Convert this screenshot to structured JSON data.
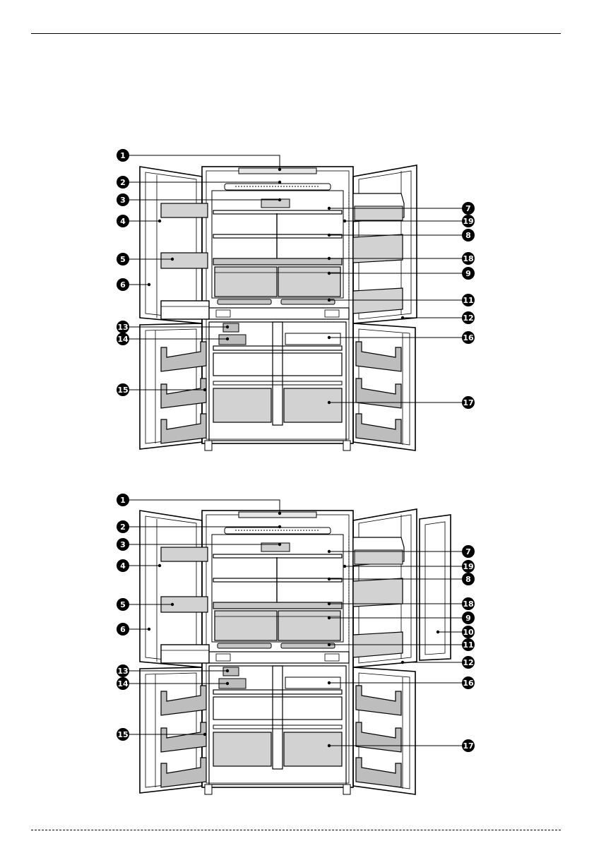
{
  "diagrams": [
    {
      "id": "top",
      "callouts": [
        {
          "n": "1"
        },
        {
          "n": "2"
        },
        {
          "n": "3"
        },
        {
          "n": "4"
        },
        {
          "n": "5"
        },
        {
          "n": "6"
        },
        {
          "n": "7"
        },
        {
          "n": "19"
        },
        {
          "n": "8"
        },
        {
          "n": "18"
        },
        {
          "n": "9"
        },
        {
          "n": "11"
        },
        {
          "n": "12"
        },
        {
          "n": "13"
        },
        {
          "n": "14"
        },
        {
          "n": "16"
        },
        {
          "n": "15"
        },
        {
          "n": "17"
        }
      ]
    },
    {
      "id": "bottom",
      "callouts": [
        {
          "n": "1"
        },
        {
          "n": "2"
        },
        {
          "n": "3"
        },
        {
          "n": "4"
        },
        {
          "n": "5"
        },
        {
          "n": "6"
        },
        {
          "n": "7"
        },
        {
          "n": "19"
        },
        {
          "n": "8"
        },
        {
          "n": "18"
        },
        {
          "n": "9"
        },
        {
          "n": "10"
        },
        {
          "n": "11"
        },
        {
          "n": "12"
        },
        {
          "n": "13"
        },
        {
          "n": "14"
        },
        {
          "n": "16"
        },
        {
          "n": "15"
        },
        {
          "n": "17"
        }
      ]
    }
  ],
  "colors": {
    "line": "#000000",
    "bin_fill": "#bdbdbd",
    "drawer_fill": "#d2d2d2",
    "callout_fill": "#000000"
  }
}
